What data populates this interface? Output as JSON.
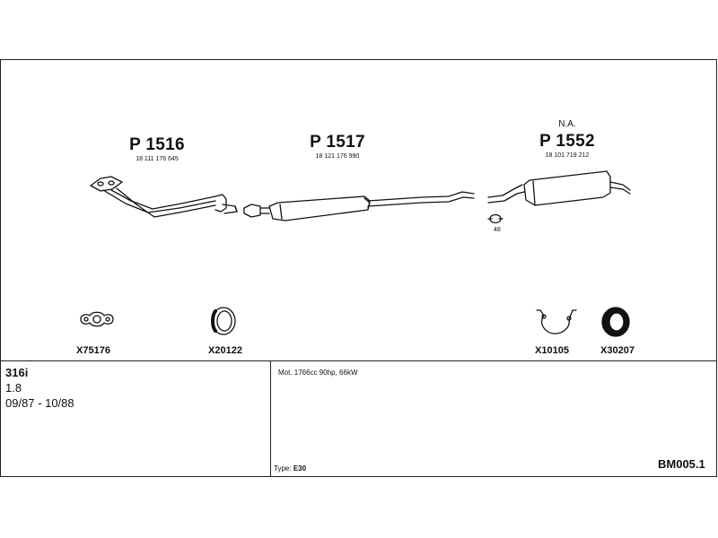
{
  "parts": [
    {
      "code": "P 1516",
      "ref": "18 111 176 645",
      "note": ""
    },
    {
      "code": "P 1517",
      "ref": "18 121 176 990",
      "note": ""
    },
    {
      "code": "P 1552",
      "ref": "18 101 719 212",
      "note": "N.A."
    }
  ],
  "clamp_label": "48",
  "accessories": [
    {
      "code": "X75176",
      "icon": "flange-gasket-icon"
    },
    {
      "code": "X20122",
      "icon": "ring-gasket-icon"
    },
    {
      "code": "X10105",
      "icon": "hanger-strap-icon"
    },
    {
      "code": "X30207",
      "icon": "rubber-mount-ring-icon"
    }
  ],
  "vehicle": {
    "model": "316i",
    "engine_size": "1.8",
    "period": "09/87 - 10/88"
  },
  "engine_text": "Mot. 1766cc 90hp, 66kW",
  "type_label": "Type:",
  "type_value": "E30",
  "diagram_code": "BM005.1"
}
